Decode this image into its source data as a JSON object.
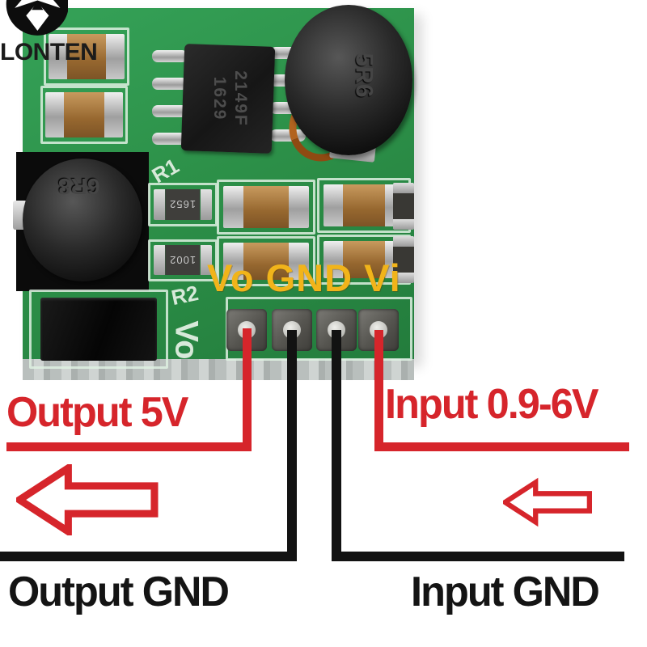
{
  "brand": {
    "name": "LONTEN"
  },
  "board": {
    "overlay_pin_labels": "Vo GND Vi",
    "silkscreen_r1": "R1",
    "silkscreen_r2": "R2",
    "silkscreen_vo": "Vo",
    "ic_marking_line1": "2149F",
    "ic_marking_line2": "1629",
    "inductor_left_marking": "6R8",
    "inductor_right_marking": "5R6",
    "resistor_top_marking": "1652",
    "resistor_bottom_marking": "1002"
  },
  "annotations": {
    "output_voltage": "Output 5V",
    "input_voltage": "Input 0.9-6V",
    "output_gnd": "Output GND",
    "input_gnd": "Input GND"
  },
  "colors": {
    "annotation_red": "#d6252b",
    "pin_overlay_yellow": "#f1b41a",
    "pcb_green": "#2d9149",
    "gnd_line_black": "#121212",
    "silkscreen_mint": "#d7e9d9"
  },
  "icons": {
    "logo": "origami-bird-icon",
    "direction_indicator": "left-arrow-outline-icon"
  }
}
